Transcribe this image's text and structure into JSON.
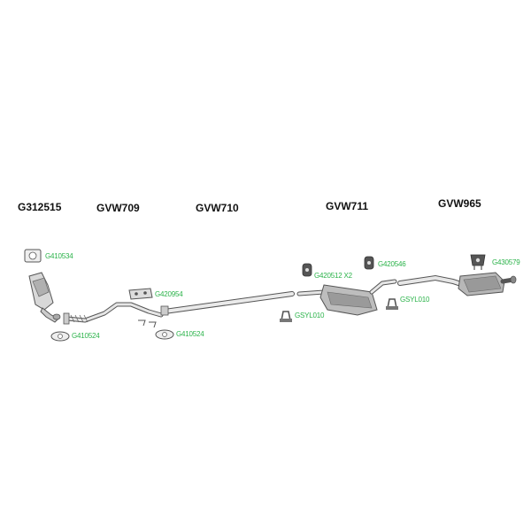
{
  "colors": {
    "part_label": "#111111",
    "code_label": "#2bb34a",
    "outline": "#555555",
    "fill_light": "#eeeeee",
    "fill_mid": "#c8c8c8",
    "fill_dark": "#777777"
  },
  "parts": {
    "g312515": "G312515",
    "gvw709": "GVW709",
    "gvw710": "GVW710",
    "gvw711": "GVW711",
    "gvw965": "GVW965"
  },
  "fittings": {
    "g410534": "G410534",
    "g410524_a": "G410524",
    "g420954": "G420954",
    "g410524_b": "G410524",
    "g420512": "G420512 X2",
    "g420546": "G420546",
    "gsyl010_a": "GSYL010",
    "gsyl010_b": "GSYL010",
    "g430579": "G430579"
  }
}
